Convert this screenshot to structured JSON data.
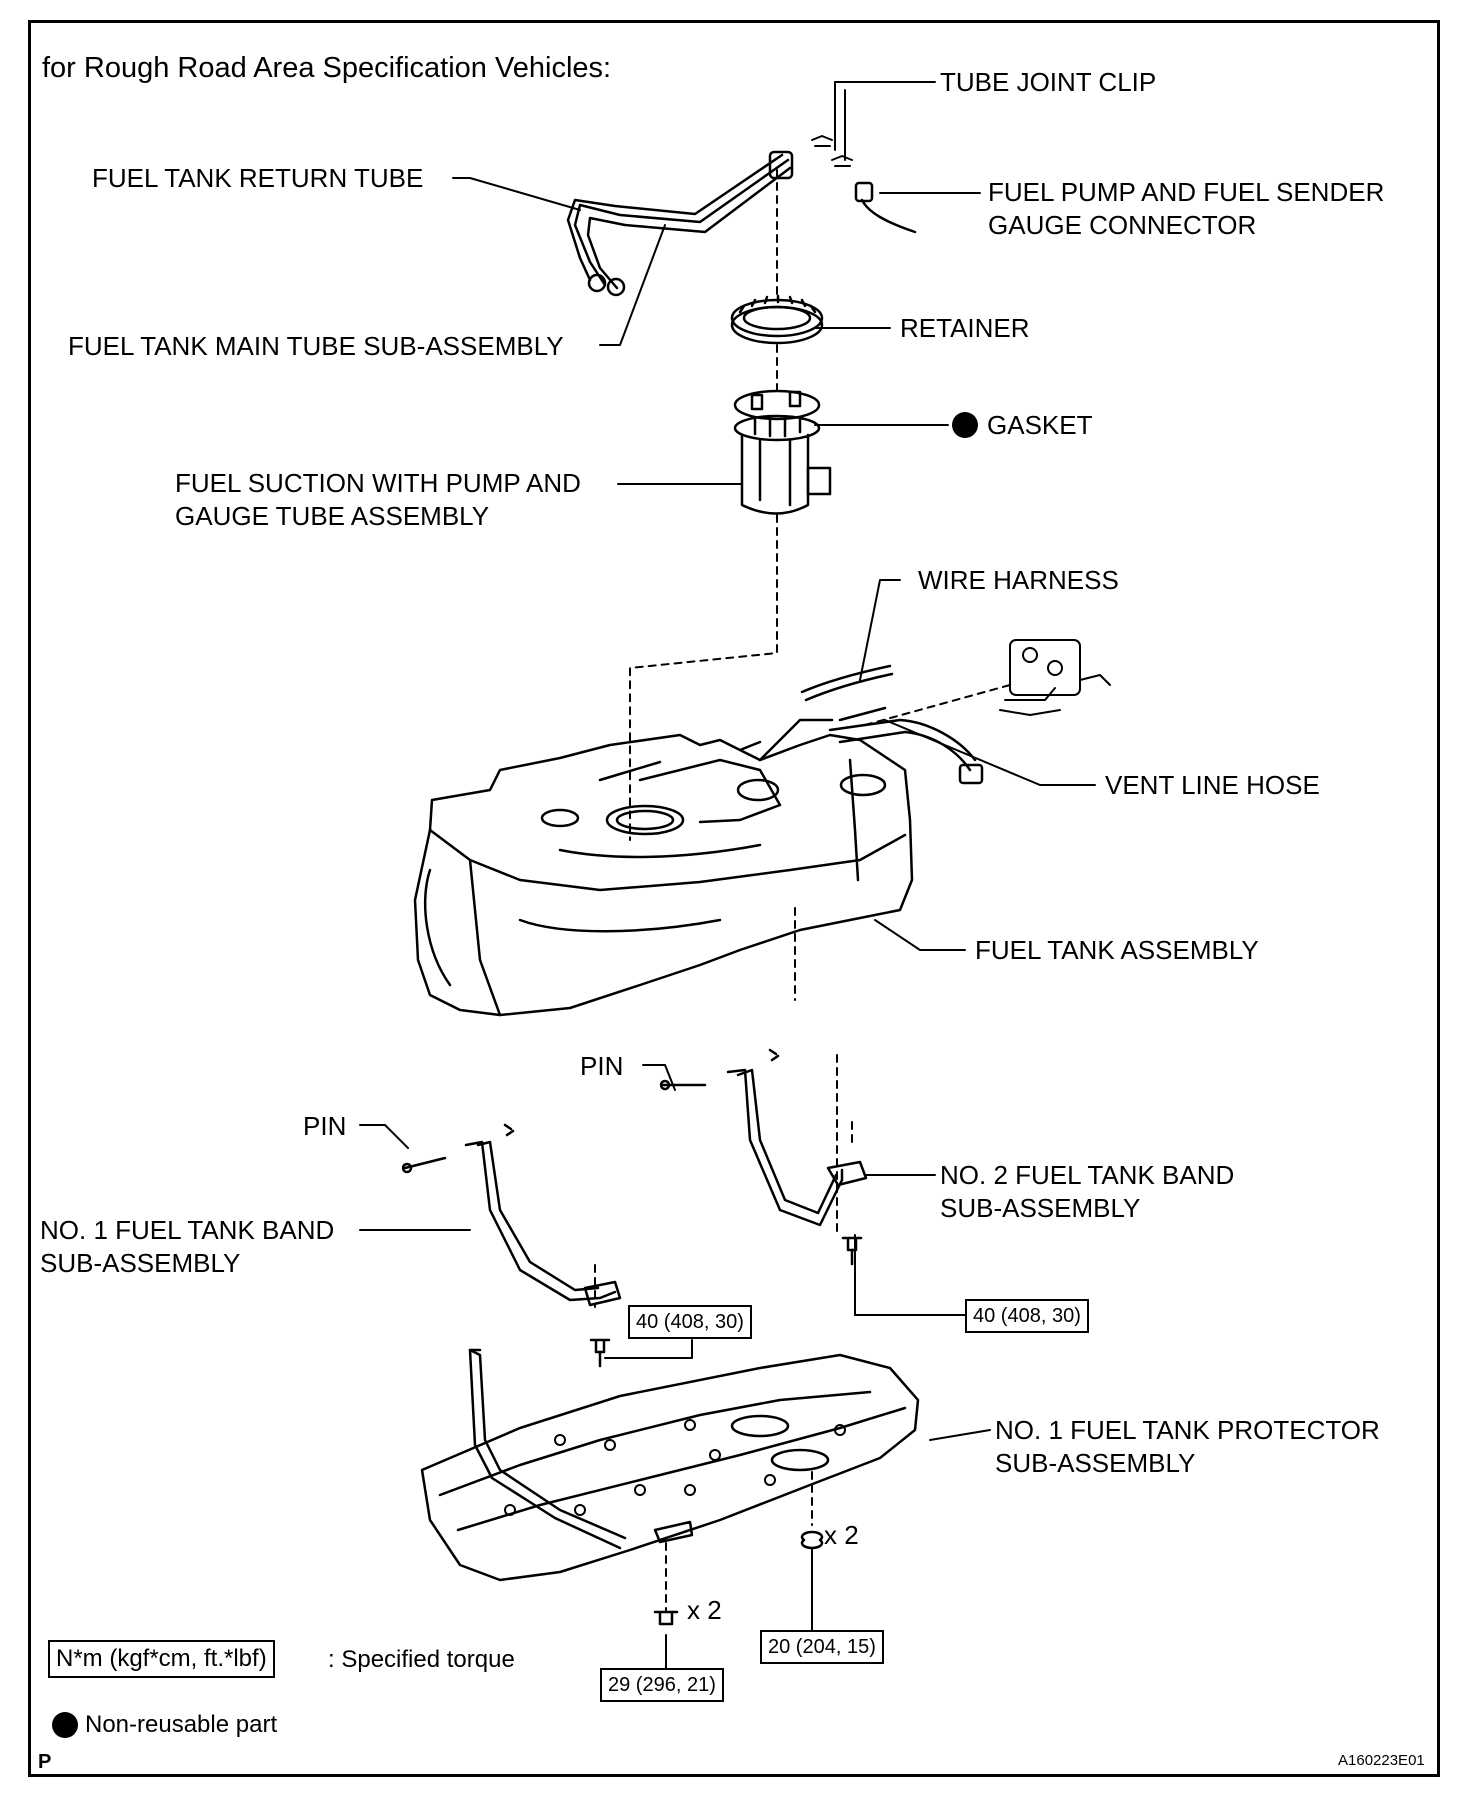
{
  "header": {
    "title": "for Rough Road Area Specification Vehicles:"
  },
  "parts": {
    "tube_joint_clip": "TUBE JOINT CLIP",
    "fuel_tank_return_tube": "FUEL TANK RETURN TUBE",
    "fuel_pump_connector_line1": "FUEL PUMP AND FUEL SENDER",
    "fuel_pump_connector_line2": "GAUGE CONNECTOR",
    "retainer": "RETAINER",
    "fuel_tank_main_tube": "FUEL TANK MAIN TUBE SUB-ASSEMBLY",
    "gasket": "GASKET",
    "fuel_suction_line1": "FUEL SUCTION WITH PUMP AND",
    "fuel_suction_line2": "GAUGE TUBE ASSEMBLY",
    "wire_harness": "WIRE HARNESS",
    "vent_line_hose": "VENT LINE HOSE",
    "fuel_tank_assembly": "FUEL TANK ASSEMBLY",
    "pin_upper": "PIN",
    "pin_lower": "PIN",
    "no2_band_line1": "NO. 2 FUEL TANK BAND",
    "no2_band_line2": "SUB-ASSEMBLY",
    "no1_band_line1": "NO. 1 FUEL TANK BAND",
    "no1_band_line2": "SUB-ASSEMBLY",
    "protector_line1": "NO. 1 FUEL TANK PROTECTOR",
    "protector_line2": "SUB-ASSEMBLY"
  },
  "torques": {
    "no1_band_bolt": "40 (408, 30)",
    "no2_band_bolt": "40 (408, 30)",
    "protector_nut": "20 (204, 15)",
    "protector_bolt": "29 (296, 21)"
  },
  "quantities": {
    "nut_qty": "x 2",
    "bolt_qty": "x 2"
  },
  "legend": {
    "torque_unit": "N*m (kgf*cm, ft.*lbf)",
    "torque_desc": ": Specified torque",
    "nonreusable": "Non-reusable part"
  },
  "footer": {
    "corner_mark": "P",
    "figure_id": "A160223E01"
  }
}
